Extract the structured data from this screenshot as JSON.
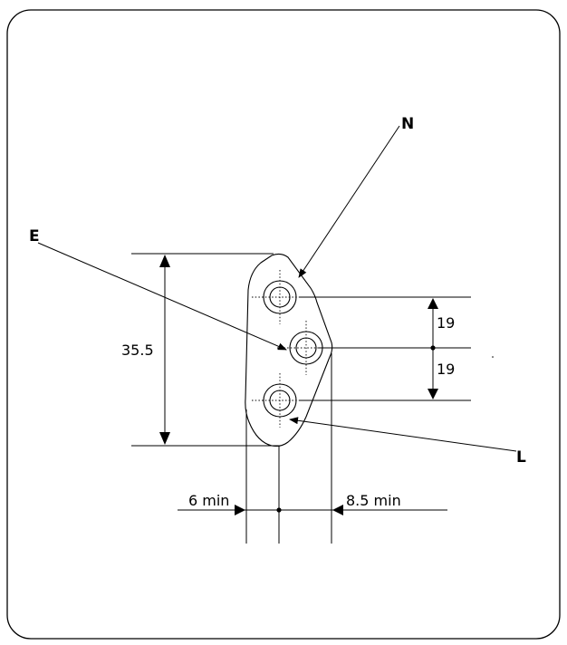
{
  "labels": {
    "neutral": "N",
    "earth": "E",
    "live": "L"
  },
  "dimensions": {
    "height": "35.5",
    "pin_spacing_upper": "19",
    "pin_spacing_lower": "19",
    "left_clearance": "6 min",
    "right_clearance": "8.5 min"
  }
}
